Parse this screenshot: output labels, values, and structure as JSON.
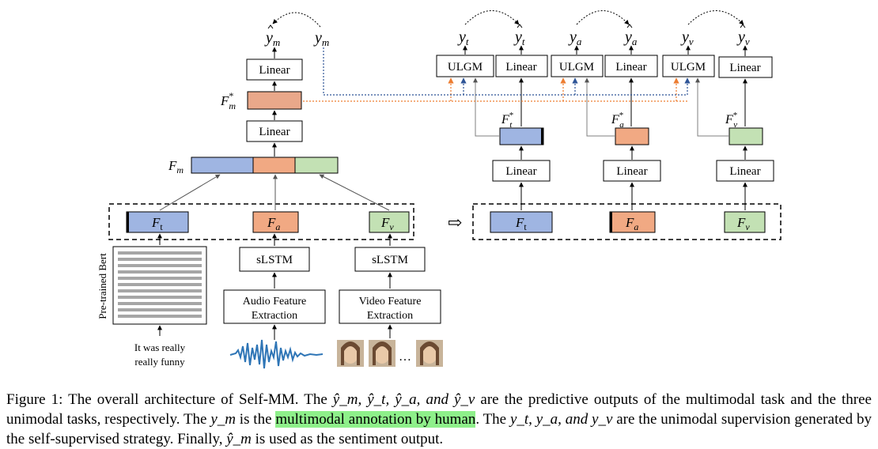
{
  "diagram": {
    "labels": {
      "linear": "Linear",
      "ulgm": "ULGM",
      "slstm": "sLSTM",
      "audio_extraction": [
        "Audio Feature",
        "Extraction"
      ],
      "video_extraction": [
        "Video Feature",
        "Extraction"
      ],
      "bert": "Pre-trained Bert",
      "input_text": [
        "It was really",
        "really  funny"
      ],
      "ellipsis": "…",
      "implies": "⇨"
    },
    "symbols": {
      "F": "F",
      "y": "y",
      "star": "*",
      "sub_m": "m",
      "sub_t": "t",
      "sub_a": "a",
      "sub_v": "v"
    },
    "colors": {
      "text": "#9fb5e2",
      "audio": "#f1a983",
      "video": "#c3e1b4",
      "fm_box": "#e9a88a",
      "arrow_orange": "#ed7d31",
      "arrow_blue": "#2f5597",
      "connector": "#7f7f7f"
    }
  },
  "caption": {
    "part1": "Figure 1: The overall architecture of Self-MM. The ",
    "m1": "ŷ_m, ŷ_t, ŷ_a, and ŷ_v",
    "part2": " are the predictive outputs of the multimodal task and the three unimodal tasks, respectively. The ",
    "m2": "y_m",
    "part3": " is the ",
    "highlight": "multimodal annotation by human",
    "part4": ". The ",
    "m3": "y_t, y_a, and y_v",
    "part5": " are the unimodal supervision generated by the self-supervised strategy. Finally, ",
    "m4": "ŷ_m",
    "part6": " is used as the sentiment output."
  }
}
